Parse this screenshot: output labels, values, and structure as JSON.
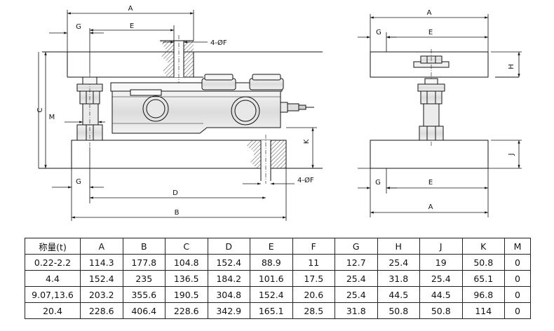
{
  "drawing": {
    "side_view": {
      "dim_labels": [
        "A",
        "G",
        "E",
        "4-ØF",
        "C",
        "M",
        "K",
        "G",
        "D",
        "4-ØF",
        "B"
      ]
    },
    "end_view": {
      "dim_labels": [
        "A",
        "G",
        "E",
        "H",
        "J",
        "G",
        "E",
        "A"
      ]
    }
  },
  "table": {
    "headers": [
      "称量(t)",
      "A",
      "B",
      "C",
      "D",
      "E",
      "F",
      "G",
      "H",
      "J",
      "K",
      "M"
    ],
    "rows": [
      [
        "0.22-2.2",
        "114.3",
        "177.8",
        "104.8",
        "152.4",
        "88.9",
        "11",
        "12.7",
        "25.4",
        "19",
        "50.8",
        "0"
      ],
      [
        "4.4",
        "152.4",
        "235",
        "136.5",
        "184.2",
        "101.6",
        "17.5",
        "25.4",
        "31.8",
        "25.4",
        "65.1",
        "0"
      ],
      [
        "9.07,13.6",
        "203.2",
        "355.6",
        "190.5",
        "304.8",
        "152.4",
        "20.6",
        "25.4",
        "44.5",
        "44.5",
        "96.8",
        "0"
      ],
      [
        "20.4",
        "228.6",
        "406.4",
        "228.6",
        "342.9",
        "165.1",
        "28.5",
        "31.8",
        "50.8",
        "50.8",
        "114",
        "0"
      ]
    ]
  }
}
